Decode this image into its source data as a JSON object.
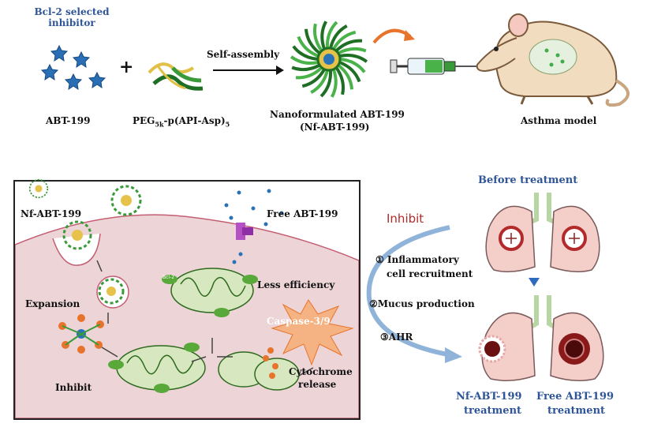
{
  "top": {
    "inhibitor_title": "Bcl-2 selected\ninhibitor",
    "drug_label": "ABT-199",
    "plus": "+",
    "polymer_base": "PEG",
    "polymer_sub1": "5k",
    "polymer_mid": "-p(API-Asp)",
    "polymer_sub2": "5",
    "arrow_label": "Self-assembly",
    "nano_label_1": "Nanoformulated ABT-199",
    "nano_label_2": "(Nf-ABT-199)",
    "model_label": "Asthma model"
  },
  "cell": {
    "nf_label": "Nf-ABT-199",
    "free_label": "Free ABT-199",
    "expansion": "Expansion",
    "inhibit": "Inhibit",
    "less_efficiency": "Less efficiency",
    "caspase": "Caspase-3/9",
    "cyto_1": "Cytochrome",
    "cyto_2": "release",
    "bcl2": "Bcl-2"
  },
  "effects": {
    "inhibit": "Inhibit",
    "item1_a": "① Inflammatory",
    "item1_b": "cell recruitment",
    "item2": "②Mucus production",
    "item3": "③AHR"
  },
  "lungs": {
    "before": "Before treatment",
    "nf_1": "Nf-ABT-199",
    "nf_2": "treatment",
    "free_1": "Free ABT-199",
    "free_2": "treatment"
  },
  "colors": {
    "title_blue": "#2e5597",
    "inhibit_red": "#b22a2a",
    "cell_pink": "#ecd4d7",
    "mito_green": "#8fc23f",
    "lung_pink": "#f4cfc9",
    "drug_blue": "#2a73b8"
  }
}
